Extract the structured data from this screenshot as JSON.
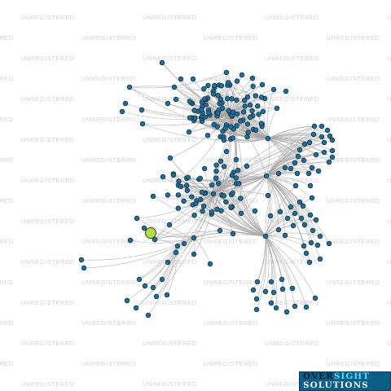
{
  "watermark": {
    "text": "UNREGISTERED"
  },
  "logo": {
    "line1_part1": "OVER",
    "line1_part2": "SIGHT",
    "line2": "SOLUTIONS"
  },
  "graph": {
    "highlight_color": "#b5dc4a",
    "node_color": "#1f6f9a",
    "edge_color": "#a6a6a6"
  }
}
